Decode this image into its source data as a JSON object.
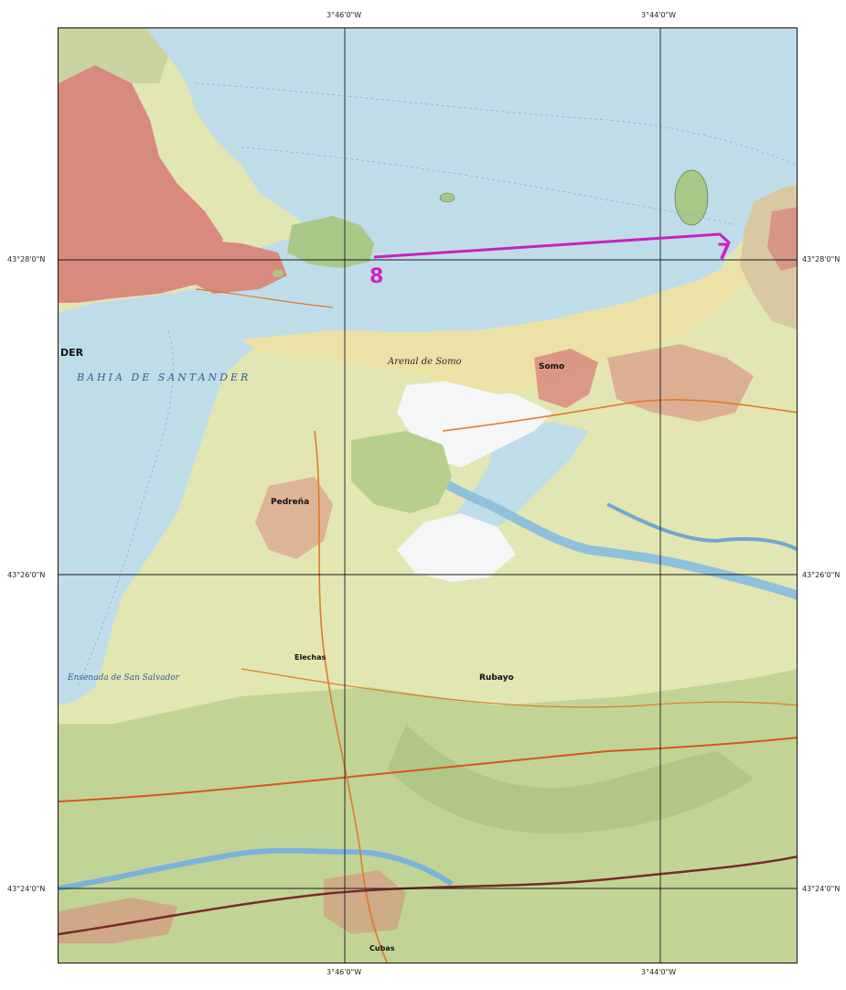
{
  "map": {
    "coords_top": [
      "3°46'0\"W",
      "3°44'0\"W"
    ],
    "coords_bottom": [
      "3°46'0\"W",
      "3°44'0\"W"
    ],
    "coords_left": [
      "43°28'0\"N",
      "43°26'0\"N",
      "43°24'0\"N"
    ],
    "coords_right": [
      "43°28'0\"N",
      "43°26'0\"N",
      "43°24'0\"N"
    ],
    "markers": [
      "7",
      "8"
    ],
    "colors": {
      "sea": "#bfdce9",
      "land": "#e4e8b4",
      "urban": "#d98a7e",
      "sand": "#ece2a8",
      "route": "#c820c0",
      "grid": "#1a1a1a"
    },
    "places": {
      "santander": "DER",
      "pedrena": "Pedreña",
      "somo": "Somo",
      "rubayo": "Rubayo",
      "elechas": "Elechas",
      "cubas": "Cubas",
      "arenal_somo": "Arenal de Somo",
      "bahia": "BAHIA DE SANTANDER",
      "ensenada": "Ensenada de San Salvador"
    }
  }
}
